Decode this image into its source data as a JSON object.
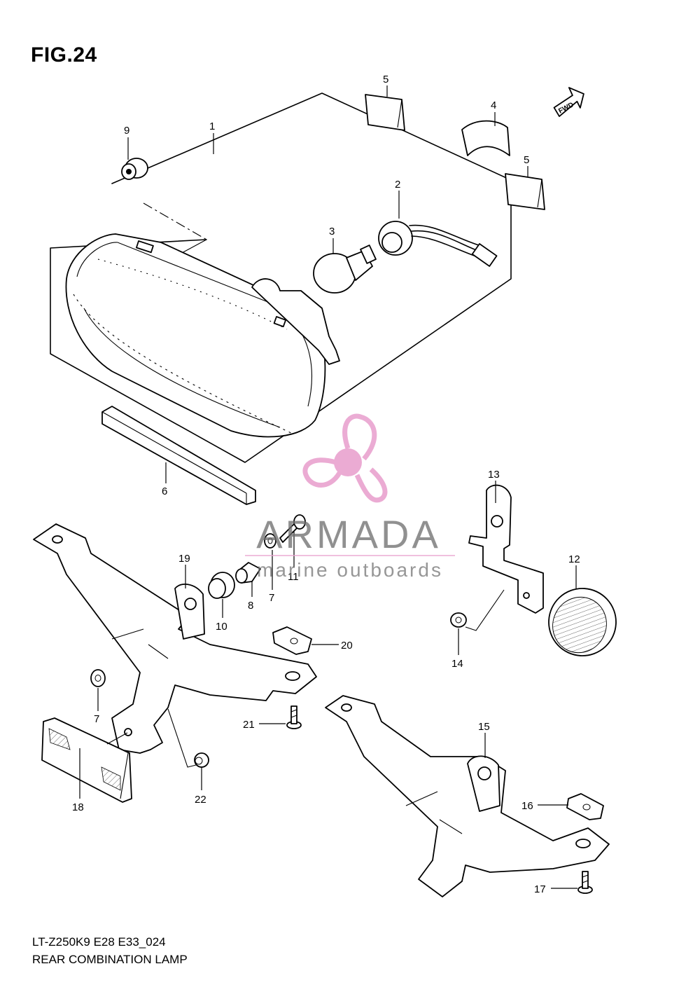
{
  "figure": {
    "title": "FIG.24"
  },
  "watermark": {
    "brand": "ARMADA",
    "tagline": "marine outboards",
    "accent_color": "#e9a3cf",
    "text_color": "#6e6e6e"
  },
  "direction_badge": "FWD",
  "callouts": {
    "p1": "1",
    "p2": "2",
    "p3": "3",
    "p4": "4",
    "p5a": "5",
    "p5b": "5",
    "p6": "6",
    "p7a": "7",
    "p7b": "7",
    "p8": "8",
    "p9": "9",
    "p10": "10",
    "p11": "11",
    "p12": "12",
    "p13": "13",
    "p14": "14",
    "p15": "15",
    "p16": "16",
    "p17": "17",
    "p18": "18",
    "p19": "19",
    "p20": "20",
    "p21": "21",
    "p22": "22"
  },
  "footer": {
    "code": "LT-Z250K9 E28 E33_024",
    "caption": "REAR COMBINATION LAMP"
  }
}
